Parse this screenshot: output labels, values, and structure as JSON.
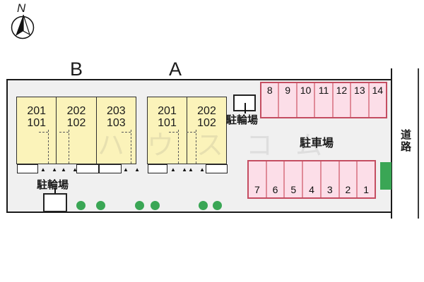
{
  "compass": {
    "label": "N"
  },
  "buildings": [
    {
      "label": "B",
      "units": [
        {
          "upper": "201",
          "lower": "101"
        },
        {
          "upper": "202",
          "lower": "102"
        },
        {
          "upper": "203",
          "lower": "103"
        }
      ]
    },
    {
      "label": "A",
      "units": [
        {
          "upper": "201",
          "lower": "101"
        },
        {
          "upper": "202",
          "lower": "102"
        }
      ]
    }
  ],
  "parking": {
    "label": "駐車場",
    "top_row": [
      "8",
      "9",
      "10",
      "11",
      "12",
      "13",
      "14"
    ],
    "bottom_row": [
      "7",
      "6",
      "5",
      "4",
      "3",
      "2",
      "1"
    ]
  },
  "bicycle": {
    "top_label": "駐輪場",
    "bottom_label": "駐輪場"
  },
  "road": {
    "label": "道路"
  },
  "watermark": {
    "text": "ハウスコム"
  },
  "icons": {
    "entrance_arrows": "▲ ▲"
  },
  "colors": {
    "building_fill": "#fbf3ba",
    "stall_fill": "#fcdee8",
    "stall_border": "#c44d61",
    "stall_divider": "#e08a98",
    "greenery": "#3aa655",
    "site_background": "#f0f0f0"
  }
}
